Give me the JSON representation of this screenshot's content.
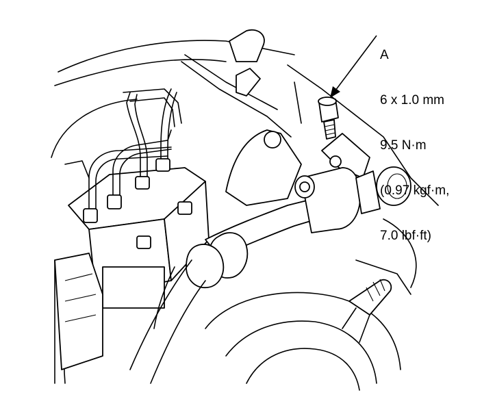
{
  "callout": {
    "letter": "A",
    "size": "6 x 1.0 mm",
    "torque_nm": "9.5 N·m",
    "torque_kgf": "(0.97 kgf·m,",
    "torque_lbf": "7.0 lbf·ft)"
  }
}
